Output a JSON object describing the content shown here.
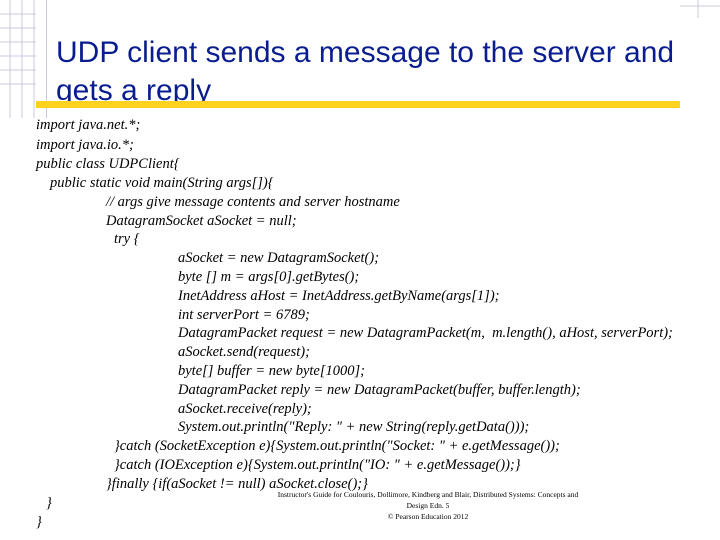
{
  "slide": {
    "title": "UDP client sends a message to the server and gets a reply",
    "code_lines": [
      "import java.net.*;",
      "import java.io.*;",
      "public class UDPClient{",
      "public static void main(String args[]){",
      "// args give message contents and server hostname",
      "DatagramSocket aSocket = null;",
      "try {",
      "aSocket = new DatagramSocket();",
      "byte [] m = args[0].getBytes();",
      "InetAddress aHost = InetAddress.getByName(args[1]);",
      "int serverPort = 6789;",
      "DatagramPacket request = new DatagramPacket(m,  m.length(), aHost, serverPort);",
      "aSocket.send(request);",
      "byte[] buffer = new byte[1000];",
      "DatagramPacket reply = new DatagramPacket(buffer, buffer.length);",
      "aSocket.receive(reply);",
      "System.out.println(\"Reply: \" + new String(reply.getData()));",
      "}catch (SocketException e){System.out.println(\"Socket: \" + e.getMessage());",
      "}catch (IOException e){System.out.println(\"IO: \" + e.getMessage());}",
      "}finally {if(aSocket != null) aSocket.close();}",
      "}",
      "}"
    ],
    "footer_line1": "Instructor's Guide for  Coulouris, Dollimore, Kindberg and Blair,  Distributed Systems:  Concepts and Design   Edn. 5",
    "footer_line2": "© Pearson Education 2012",
    "colors": {
      "title": "#0a1d8f",
      "accent_bar": "#ffd21f",
      "grid": "#c8cbe0"
    }
  }
}
